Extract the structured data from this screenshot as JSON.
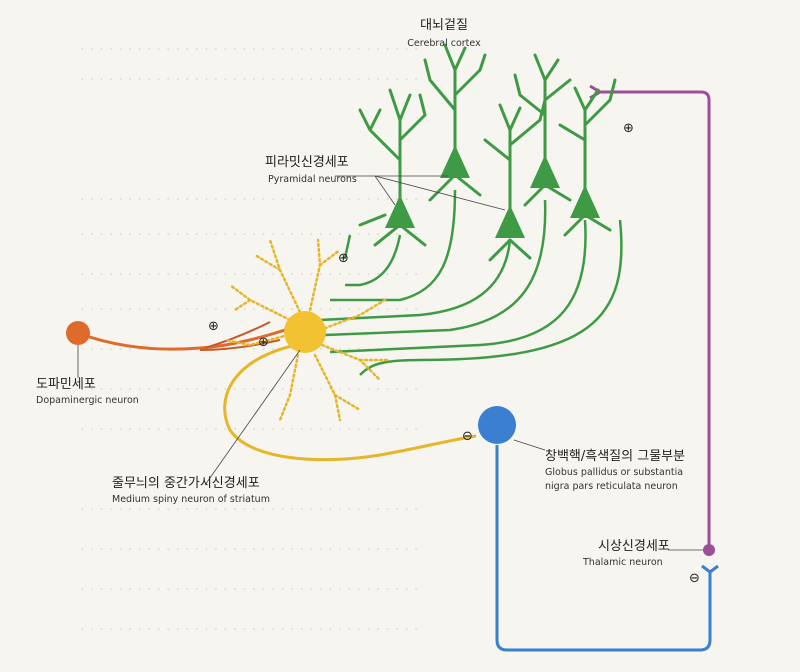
{
  "labels": {
    "cortex_ko": "대뇌겉질",
    "cortex_en": "Cerebral cortex",
    "pyramidal_ko": "피라밋신경세포",
    "pyramidal_en": "Pyramidal neurons",
    "dopamine_ko": "도파민세포",
    "dopamine_en": "Dopaminergic neuron",
    "msn_ko": "줄무늬의 중간가시신경세포",
    "msn_en": "Medium spiny neuron of striatum",
    "gp_ko": "창백핵/흑색질의 그물부분",
    "gp_en_1": "Globus pallidus or substantia",
    "gp_en_2": "nigra pars reticulata neuron",
    "thal_ko": "시상신경세포",
    "thal_en": "Thalamic neuron"
  },
  "signs": {
    "plus": "⊕",
    "minus": "⊖"
  },
  "colors": {
    "pyramidal": "#3e9a44",
    "dopamine": "#e06a2c",
    "msn": "#f2c233",
    "gp": "#3a7fd0",
    "thal": "#9c4f98"
  }
}
